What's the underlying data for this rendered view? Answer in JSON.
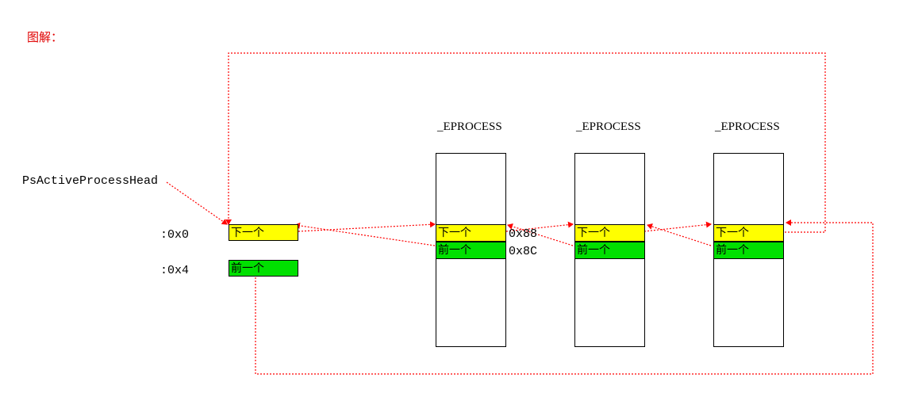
{
  "title": "图解：",
  "head_label": "PsActiveProcessHead",
  "offsets": {
    "off0": ":0x0",
    "off4": ":0x4",
    "off88": "0x88",
    "off8c": "0x8C"
  },
  "cells": {
    "next": "下一个",
    "prev": "前一个"
  },
  "processes": [
    {
      "title": "_EPROCESS"
    },
    {
      "title": "_EPROCESS"
    },
    {
      "title": "_EPROCESS"
    }
  ],
  "colors": {
    "link": "#ff0000",
    "next_cell": "#ffff00",
    "prev_cell": "#00e000",
    "title": "#e00000"
  }
}
